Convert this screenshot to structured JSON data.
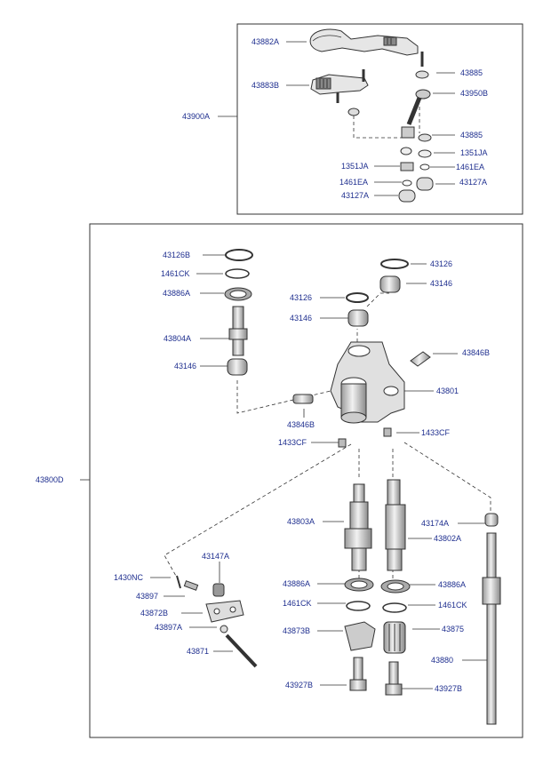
{
  "labels": {
    "l43882A": "43882A",
    "l43883B": "43883B",
    "l43900A": "43900A",
    "l43885a": "43885",
    "l43950B": "43950B",
    "l43885b": "43885",
    "l1351JAa": "1351JA",
    "l1351JAb": "1351JA",
    "l1461EAa": "1461EA",
    "l1461EAb": "1461EA",
    "l43127Aa": "43127A",
    "l43127Ab": "43127A",
    "l43126B": "43126B",
    "l1461CKa": "1461CK",
    "l43886Aa": "43886A",
    "l43804A": "43804A",
    "l43146a": "43146",
    "l43126a": "43126",
    "l43146b": "43146",
    "l43126b": "43126",
    "l43146c": "43146",
    "l43846Ba": "43846B",
    "l43801": "43801",
    "l43846Bb": "43846B",
    "l1433CFa": "1433CF",
    "l1433CFb": "1433CF",
    "l43800D": "43800D",
    "l43803A": "43803A",
    "l43802A": "43802A",
    "l43174A": "43174A",
    "l43147A": "43147A",
    "l1430NC": "1430NC",
    "l43897": "43897",
    "l43872B": "43872B",
    "l43897A": "43897A",
    "l43871": "43871",
    "l43886Ab": "43886A",
    "l43886Ac": "43886A",
    "l1461CKb": "1461CK",
    "l1461CKc": "1461CK",
    "l43873B": "43873B",
    "l43875": "43875",
    "l43880": "43880",
    "l43927Ba": "43927B",
    "l43927Bb": "43927B"
  },
  "colors": {
    "label": "#1f2f8f",
    "line": "#333333",
    "part_fill": "#d9d9d9",
    "part_dark": "#555555"
  }
}
